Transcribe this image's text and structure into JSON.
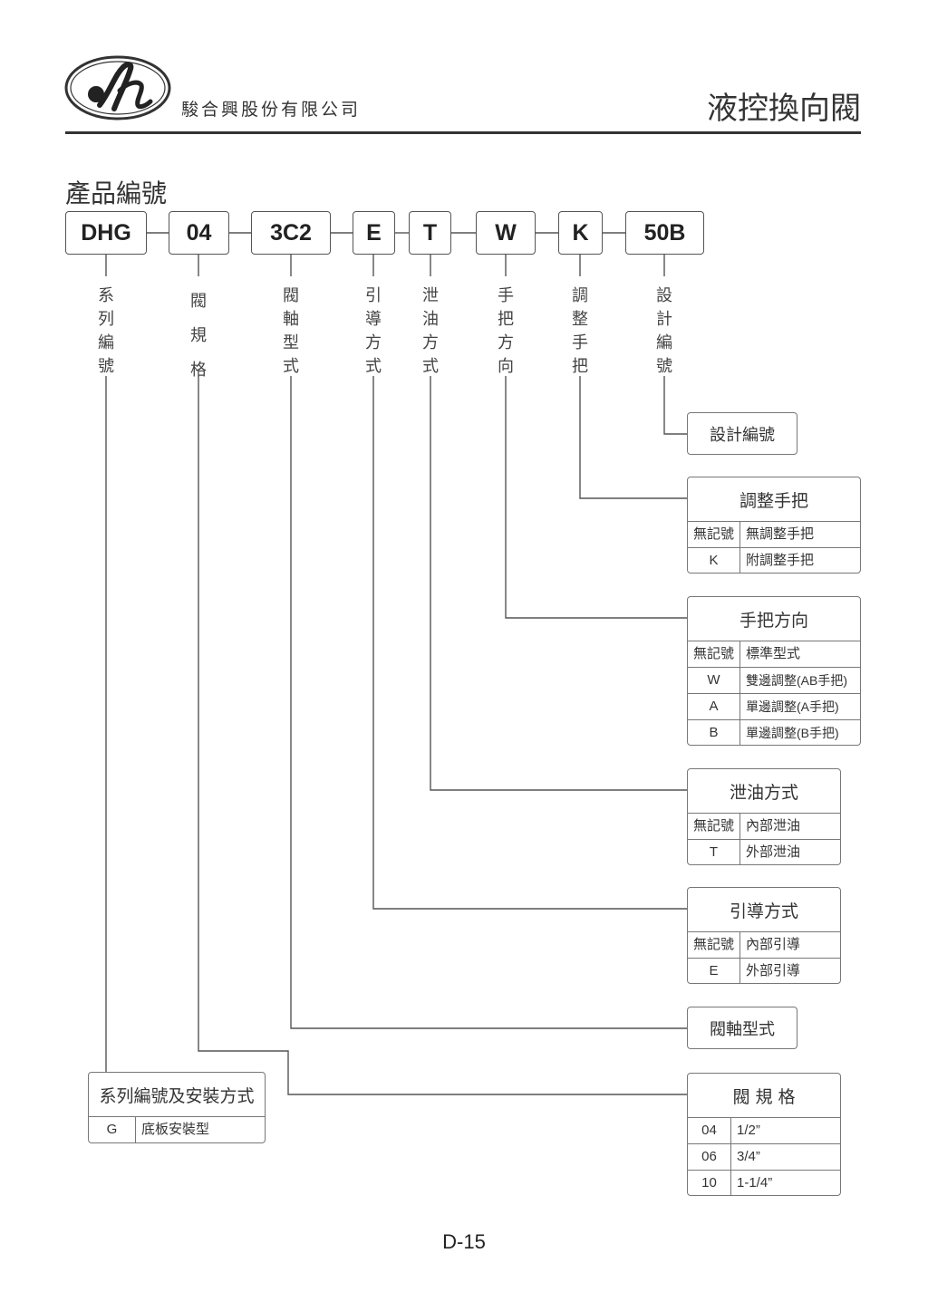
{
  "header": {
    "company_name": "駿合興股份有限公司",
    "doc_title": "液控換向閥"
  },
  "section_title": "產品編號",
  "code_parts": [
    "DHG",
    "04",
    "3C2",
    "E",
    "T",
    "W",
    "K",
    "50B"
  ],
  "code_labels": [
    "系列編號",
    "閥規格",
    "閥軸型式",
    "引導方式",
    "泄油方式",
    "手把方向",
    "調整手把",
    "設計編號"
  ],
  "panels": {
    "design_no": {
      "title": "設計編號"
    },
    "adjust_handle": {
      "title": "調整手把",
      "rows": [
        {
          "code": "無記號",
          "desc": "無調整手把"
        },
        {
          "code": "K",
          "desc": "附調整手把"
        }
      ]
    },
    "handle_direction": {
      "title": "手把方向",
      "rows": [
        {
          "code": "無記號",
          "desc": "標準型式"
        },
        {
          "code": "W",
          "desc": "雙邊調整(AB手把)"
        },
        {
          "code": "A",
          "desc": "單邊調整(A手把)"
        },
        {
          "code": "B",
          "desc": "單邊調整(B手把)"
        }
      ]
    },
    "drain": {
      "title": "泄油方式",
      "rows": [
        {
          "code": "無記號",
          "desc": "內部泄油"
        },
        {
          "code": "T",
          "desc": "外部泄油"
        }
      ]
    },
    "pilot": {
      "title": "引導方式",
      "rows": [
        {
          "code": "無記號",
          "desc": "內部引導"
        },
        {
          "code": "E",
          "desc": "外部引導"
        }
      ]
    },
    "spool": {
      "title": "閥軸型式"
    },
    "valve_size": {
      "title": "閥 規 格",
      "rows": [
        {
          "code": "04",
          "desc": "1/2”"
        },
        {
          "code": "06",
          "desc": "3/4”"
        },
        {
          "code": "10",
          "desc": "1-1/4”"
        }
      ]
    },
    "series": {
      "title": "系列編號及安裝方式",
      "rows": [
        {
          "code": "G",
          "desc": "底板安裝型"
        }
      ]
    }
  },
  "footer": {
    "page_no": "D-15"
  }
}
